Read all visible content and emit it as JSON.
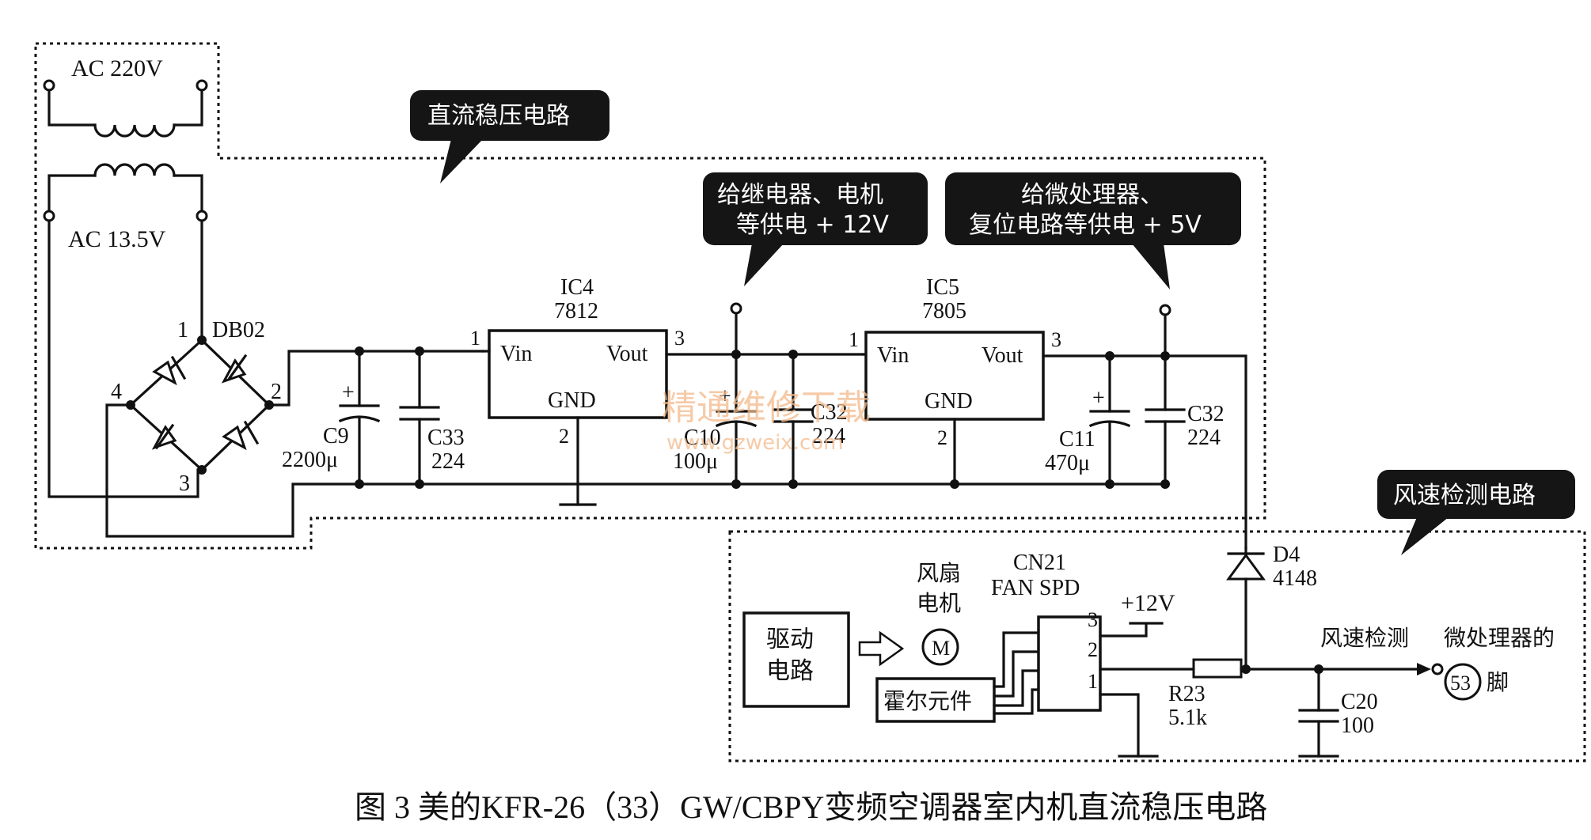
{
  "labels": {
    "ac_220": "AC 220V",
    "ac_13_5": "AC 13.5V",
    "db02": "DB02",
    "pin_1": "1",
    "pin_2": "2",
    "pin_3": "3",
    "pin_4": "4",
    "c9": "C9",
    "c9_val": "2200μ",
    "c33": "C33",
    "c33_val": "224",
    "ic4": "IC4",
    "ic4_part": "7812",
    "vin": "Vin",
    "vout": "Vout",
    "gnd": "GND",
    "c10": "C10",
    "c10_val": "100μ",
    "c32": "C32",
    "c32_val": "224",
    "ic5": "IC5",
    "ic5_part": "7805",
    "c11": "C11",
    "c11_val": "470μ",
    "plus": "+",
    "d4": "D4",
    "d4_part": "4148",
    "cn21": "CN21",
    "cn21_name": "FAN SPD",
    "plus12v": "+12V",
    "fan_line1": "风扇",
    "fan_line2": "电机",
    "motor": "M",
    "drive_line1": "驱动",
    "drive_line2": "电路",
    "hall": "霍尔元件",
    "r23": "R23",
    "r23_val": "5.1k",
    "c20": "C20",
    "c20_val": "100",
    "fan_detect": "风速检测",
    "mcu_line1": "微处理器的",
    "pin53": "53",
    "foot": "脚"
  },
  "callouts": {
    "dc_reg": "直流稳压电路",
    "relay_line1": "给继电器、电机",
    "relay_line2": "等供电 + 12V",
    "mcu_line1": "给微处理器、",
    "mcu_line2": "复位电路等供电 + 5V",
    "fan_speed": "风速检测电路"
  },
  "watermark": {
    "line1": "精通维修下载",
    "line2": "www.gzweix.com"
  },
  "caption": "图 3  美的KFR-26（33）GW/CBPY变频空调器室内机直流稳压电路"
}
